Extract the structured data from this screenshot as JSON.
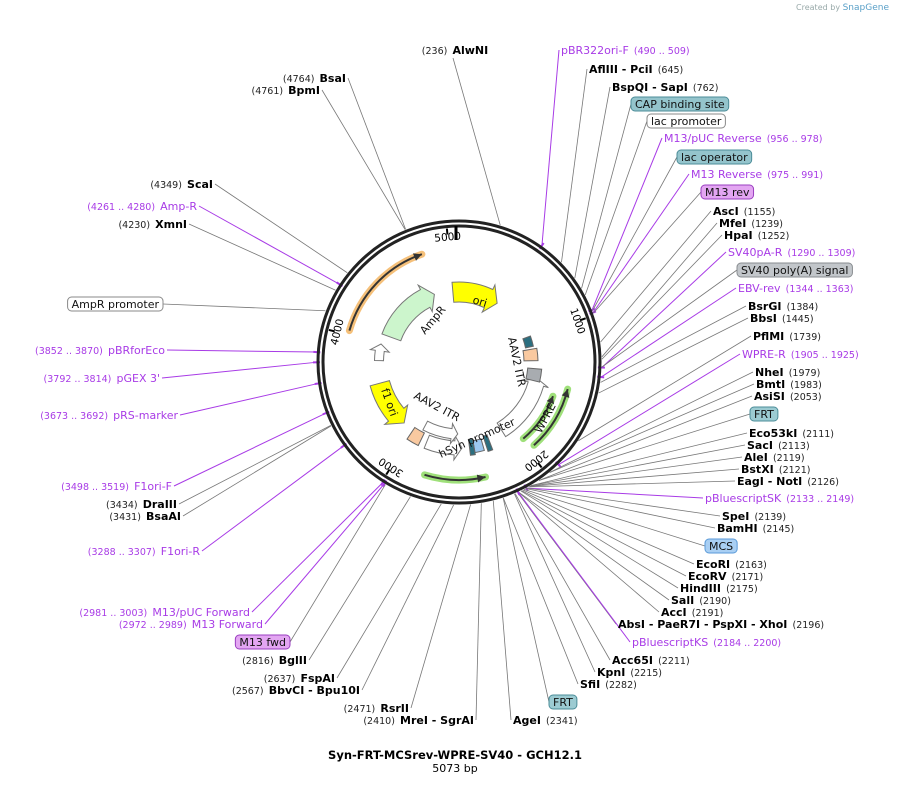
{
  "header": {
    "created_by": "Created by",
    "brand": "SnapGene"
  },
  "map": {
    "title": "Syn-FRT-MCSrev-WPRE-SV40 - GCH12.1",
    "length": "5073 bp",
    "ticks": [
      "1000",
      "2000",
      "3000",
      "4000",
      "5000"
    ],
    "feature_labels": {
      "ori": "ori",
      "ampr": "AmpR",
      "aav2_itr_right": "AAV2 ITR",
      "wpre": "WPRE",
      "hsyn": "hSyn promoter",
      "aav2_itr_left": "AAV2 ITR",
      "f1ori": "f1 ori"
    }
  },
  "colors": {
    "primer": "#a83be6",
    "enzyme": "#000000",
    "ori": "#ffff00",
    "ampr": "#ccf5cc",
    "itr": "#f9c9a0",
    "orf_arc_green": "#9fe07a",
    "orf_arc_orange": "#f5c07a",
    "backbone": "#222222"
  },
  "sites": [
    {
      "name": "AlwNI",
      "pos": "(236)",
      "type": "enzyme"
    },
    {
      "name": "pBR322ori-F",
      "pos": "(490 .. 509)",
      "type": "primer"
    },
    {
      "name": "AflIII  - PciI",
      "pos": "(645)",
      "type": "enzyme"
    },
    {
      "name": "BspQI  - SapI",
      "pos": "(762)",
      "type": "enzyme"
    },
    {
      "name": "CAP binding site",
      "type": "feature",
      "fill": "#94c4cc",
      "stroke": "#4b8c98"
    },
    {
      "name": "lac promoter",
      "type": "feature",
      "fill": "#ffffff",
      "stroke": "#888888"
    },
    {
      "name": "M13/pUC Reverse",
      "pos": "(956 .. 978)",
      "type": "primer"
    },
    {
      "name": "lac operator",
      "type": "feature",
      "fill": "#94c4cc",
      "stroke": "#4b8c98"
    },
    {
      "name": "M13 Reverse",
      "pos": "(975 .. 991)",
      "type": "primer"
    },
    {
      "name": "M13 rev",
      "type": "feature",
      "fill": "#e3a6f2",
      "stroke": "#9a3fc0"
    },
    {
      "name": "AscI",
      "pos": "(1155)",
      "type": "enzyme"
    },
    {
      "name": "MfeI",
      "pos": "(1239)",
      "type": "enzyme"
    },
    {
      "name": "HpaI",
      "pos": "(1252)",
      "type": "enzyme"
    },
    {
      "name": "SV40pA-R",
      "pos": "(1290 .. 1309)",
      "type": "primer"
    },
    {
      "name": "SV40 poly(A) signal",
      "type": "feature",
      "fill": "#c2c6ca",
      "stroke": "#888c90"
    },
    {
      "name": "EBV-rev",
      "pos": "(1344 .. 1363)",
      "type": "primer"
    },
    {
      "name": "BsrGI",
      "pos": "(1384)",
      "type": "enzyme"
    },
    {
      "name": "BbsI",
      "pos": "(1445)",
      "type": "enzyme"
    },
    {
      "name": "PflMI",
      "pos": "(1739)",
      "type": "enzyme"
    },
    {
      "name": "WPRE-R",
      "pos": "(1905 .. 1925)",
      "type": "primer"
    },
    {
      "name": "NheI",
      "pos": "(1979)",
      "type": "enzyme"
    },
    {
      "name": "BmtI",
      "pos": "(1983)",
      "type": "enzyme"
    },
    {
      "name": "AsiSI",
      "pos": "(2053)",
      "type": "enzyme"
    },
    {
      "name": "FRT",
      "type": "feature",
      "fill": "#9ccbd2",
      "stroke": "#4b8c98"
    },
    {
      "name": "Eco53kI",
      "pos": "(2111)",
      "type": "enzyme"
    },
    {
      "name": "SacI",
      "pos": "(2113)",
      "type": "enzyme"
    },
    {
      "name": "AleI",
      "pos": "(2119)",
      "type": "enzyme"
    },
    {
      "name": "BstXI",
      "pos": "(2121)",
      "type": "enzyme"
    },
    {
      "name": "EagI  - NotI",
      "pos": "(2126)",
      "type": "enzyme"
    },
    {
      "name": "pBluescriptSK",
      "pos": "(2133 .. 2149)",
      "type": "primer"
    },
    {
      "name": "SpeI",
      "pos": "(2139)",
      "type": "enzyme"
    },
    {
      "name": "BamHI",
      "pos": "(2145)",
      "type": "enzyme"
    },
    {
      "name": "MCS",
      "type": "feature",
      "fill": "#a9cff3",
      "stroke": "#5a9ad8"
    },
    {
      "name": "EcoRI",
      "pos": "(2163)",
      "type": "enzyme"
    },
    {
      "name": "EcoRV",
      "pos": "(2171)",
      "type": "enzyme"
    },
    {
      "name": "HindIII",
      "pos": "(2175)",
      "type": "enzyme"
    },
    {
      "name": "SalI",
      "pos": "(2190)",
      "type": "enzyme"
    },
    {
      "name": "AccI",
      "pos": "(2191)",
      "type": "enzyme"
    },
    {
      "name": "AbsI  - PaeR7I  - PspXI  - XhoI",
      "pos": "(2196)",
      "type": "enzyme"
    },
    {
      "name": "pBluescriptKS",
      "pos": "(2184 .. 2200)",
      "type": "primer"
    },
    {
      "name": "Acc65I",
      "pos": "(2211)",
      "type": "enzyme"
    },
    {
      "name": "KpnI",
      "pos": "(2215)",
      "type": "enzyme"
    },
    {
      "name": "SfiI",
      "pos": "(2282)",
      "type": "enzyme"
    },
    {
      "name": "FRT",
      "type": "feature",
      "fill": "#9ccbd2",
      "stroke": "#4b8c98"
    },
    {
      "name": "AgeI",
      "pos": "(2341)",
      "type": "enzyme"
    },
    {
      "name": "MreI  - SgrAI",
      "pos": "(2410)",
      "type": "enzyme"
    },
    {
      "name": "RsrII",
      "pos": "(2471)",
      "type": "enzyme"
    },
    {
      "name": "BbvCI  - Bpu10I",
      "pos": "(2567)",
      "type": "enzyme"
    },
    {
      "name": "FspAI",
      "pos": "(2637)",
      "type": "enzyme"
    },
    {
      "name": "BglII",
      "pos": "(2816)",
      "type": "enzyme"
    },
    {
      "name": "M13 fwd",
      "type": "feature",
      "fill": "#e3a6f2",
      "stroke": "#9a3fc0"
    },
    {
      "name": "M13 Forward",
      "pos": "(2972 .. 2989)",
      "type": "primer"
    },
    {
      "name": "M13/pUC Forward",
      "pos": "(2981 .. 3003)",
      "type": "primer"
    },
    {
      "name": "F1ori-R",
      "pos": "(3288 .. 3307)",
      "type": "primer"
    },
    {
      "name": "BsaAI",
      "pos": "(3431)",
      "type": "enzyme"
    },
    {
      "name": "DraIII",
      "pos": "(3434)",
      "type": "enzyme"
    },
    {
      "name": "F1ori-F",
      "pos": "(3498 .. 3519)",
      "type": "primer"
    },
    {
      "name": "pRS-marker",
      "pos": "(3673 .. 3692)",
      "type": "primer"
    },
    {
      "name": "pGEX 3'",
      "pos": "(3792 .. 3814)",
      "type": "primer"
    },
    {
      "name": "pBRforEco",
      "pos": "(3852 .. 3870)",
      "type": "primer"
    },
    {
      "name": "AmpR promoter",
      "type": "feature",
      "fill": "#ffffff",
      "stroke": "#888888"
    },
    {
      "name": "XmnI",
      "pos": "(4230)",
      "type": "enzyme"
    },
    {
      "name": "Amp-R",
      "pos": "(4261 .. 4280)",
      "type": "primer"
    },
    {
      "name": "ScaI",
      "pos": "(4349)",
      "type": "enzyme"
    },
    {
      "name": "BpmI",
      "pos": "(4761)",
      "type": "enzyme"
    },
    {
      "name": "BsaI",
      "pos": "(4764)",
      "type": "enzyme"
    }
  ]
}
